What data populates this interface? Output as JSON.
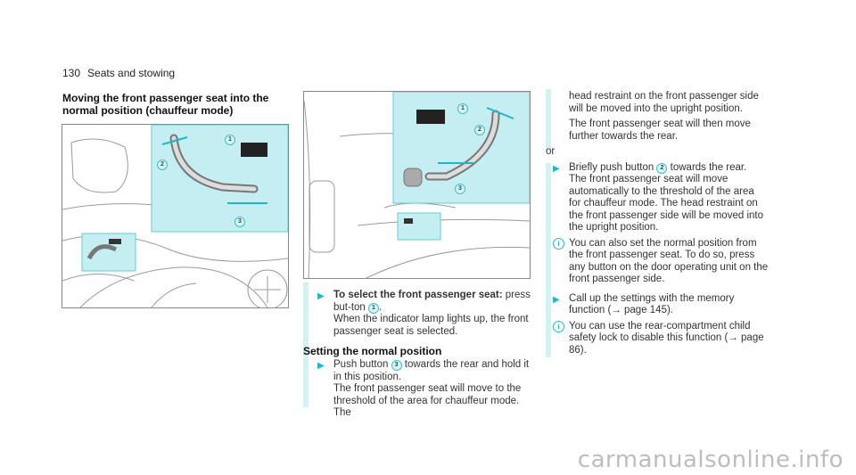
{
  "header": {
    "page_number": "130",
    "section": "Seats and stowing"
  },
  "left": {
    "heading": "Moving the front passenger seat into the normal position (chauffeur mode)",
    "callouts": [
      "1",
      "2",
      "3"
    ]
  },
  "middle": {
    "callouts": [
      "1",
      "2",
      "3"
    ],
    "step1_lead": "To select the front passenger seat:",
    "step1_rest_a": " press but-ton ",
    "step1_btn": "1",
    "step1_rest_b": ".",
    "step1_text": "When the indicator lamp lights up, the front passenger seat is selected.",
    "heading2": "Setting the normal position",
    "step2_a": "Push button ",
    "step2_btn": "3",
    "step2_b": " towards the rear and hold it in this position.",
    "step2_text": "The front passenger seat will move to the threshold of the area for chauffeur mode. The"
  },
  "right": {
    "cont_text_1": "head restraint on the front passenger side will be moved into the upright position.",
    "cont_text_2": "The front passenger seat will then move further towards the rear.",
    "or": "or",
    "step3_a": "Briefly push button ",
    "step3_btn": "2",
    "step3_b": " towards the rear.",
    "step3_text": "The front passenger seat will move automatically to the threshold of the area for chauffeur mode. The head restraint on the front passenger side will be moved into the upright position.",
    "info1": "You can also set the normal position from the front passenger seat. To do so, press any button on the door operating unit on the front passenger side.",
    "step4_a": "Call up the settings with the memory function (",
    "step4_arrow": "→",
    "step4_b": " page 145).",
    "info2_a": "You can use the rear-compartment child safety lock to disable this function (",
    "info2_arrow": "→",
    "info2_b": " page 86)."
  },
  "watermark": "carmanualsonline.info",
  "icons": {
    "step": "play-arrow-icon",
    "info": "info-icon"
  },
  "colors": {
    "accent": "#1fb6c9",
    "highlight": "#c4eef2"
  }
}
